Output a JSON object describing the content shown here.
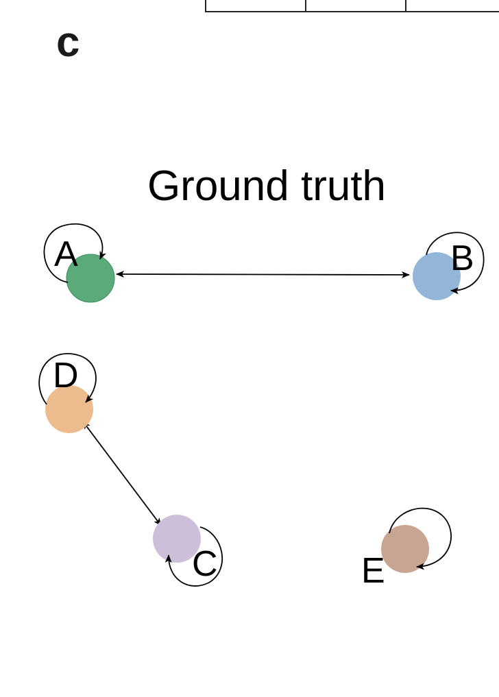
{
  "panel": {
    "letter": "c",
    "title": "Ground truth"
  },
  "nodes": [
    {
      "id": "A",
      "label": "A",
      "color": "#5aaa7a"
    },
    {
      "id": "B",
      "label": "B",
      "color": "#93b6d8"
    },
    {
      "id": "C",
      "label": "C",
      "color": "#cdbfd9"
    },
    {
      "id": "D",
      "label": "D",
      "color": "#edbc8e"
    },
    {
      "id": "E",
      "label": "E",
      "color": "#c8a493"
    }
  ],
  "edges": [
    {
      "from": "A",
      "to": "B",
      "direction": "bidirectional"
    },
    {
      "from": "D",
      "to": "C",
      "direction": "bidirectional"
    }
  ],
  "self_loops": [
    "A",
    "B",
    "C",
    "D",
    "E"
  ]
}
